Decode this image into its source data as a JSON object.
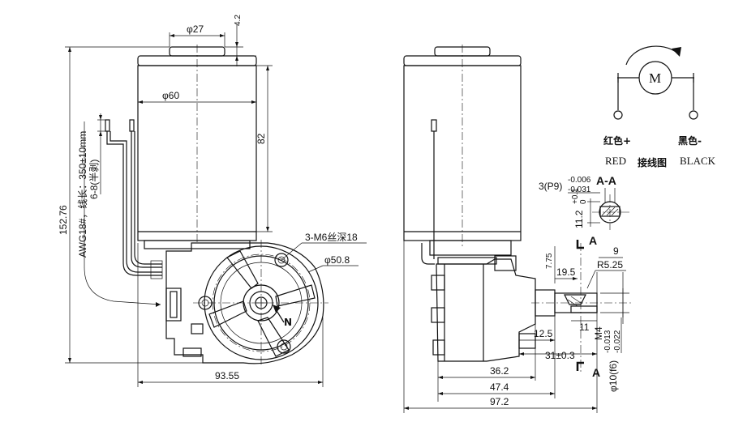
{
  "dimensions": {
    "phi27": "φ27",
    "d4_2": "4.2",
    "phi60": "φ60",
    "d82": "82",
    "d152_76": "152.76",
    "wire_spec": "AWG18#，线长：350±10mm",
    "strip": "6-8(半剥)",
    "m6": "3-M6丝深18",
    "phi50_8": "φ50.8",
    "d93_55": "93.55",
    "d36_2": "36.2",
    "d47_4": "47.4",
    "d97_2": "97.2",
    "d31": "31±0.3",
    "d12_5": "12.5",
    "d11": "11",
    "m4": "M4",
    "shaft_tol": "φ10(f6)",
    "shaft_tol_up": "-0.013",
    "shaft_tol_dn": "-0.022",
    "d19_5": "19.5",
    "r5_25": "R5.25",
    "d9": "9",
    "d7_75": "7.75",
    "key": "3(P9)",
    "key_up": "-0.006",
    "key_dn": "-0.031",
    "d11_2": "11.2",
    "d11_2_up": "+0.1",
    "d11_2_dn": "0",
    "n_label": "N"
  },
  "section": {
    "title": "A-A",
    "marker_top": "A",
    "marker_bottom": "A"
  },
  "wiring": {
    "motor_symbol": "M",
    "red_cn": "红色+",
    "red_en": "RED",
    "black_cn": "黑色-",
    "black_en": "BLACK",
    "diagram_cn": "接线图"
  }
}
